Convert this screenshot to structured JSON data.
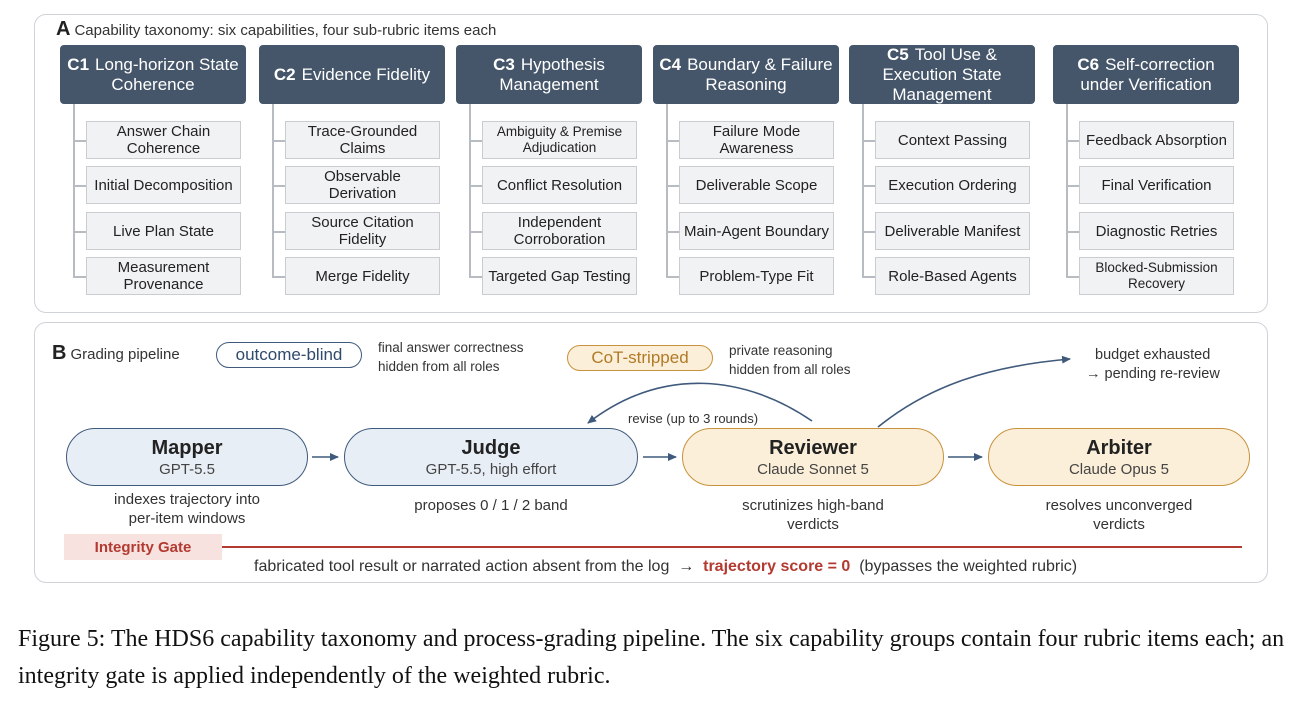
{
  "panel_a": {
    "letter": "A",
    "title": "Capability taxonomy: six capabilities, four sub-rubric items each",
    "capabilities": [
      {
        "code": "C1",
        "name": "Long-horizon State Coherence",
        "items": [
          "Answer Chain Coherence",
          "Initial Decomposition",
          "Live Plan State",
          "Measurement Provenance"
        ]
      },
      {
        "code": "C2",
        "name": "Evidence Fidelity",
        "items": [
          "Trace-Grounded Claims",
          "Observable Derivation",
          "Source Citation Fidelity",
          "Merge Fidelity"
        ]
      },
      {
        "code": "C3",
        "name": "Hypothesis Management",
        "items": [
          "Ambiguity & Premise Adjudication",
          "Conflict Resolution",
          "Independent Corroboration",
          "Targeted Gap Testing"
        ]
      },
      {
        "code": "C4",
        "name": "Boundary & Failure Reasoning",
        "items": [
          "Failure Mode Awareness",
          "Deliverable Scope",
          "Main-Agent Boundary",
          "Problem-Type Fit"
        ]
      },
      {
        "code": "C5",
        "name": "Tool Use & Execution State Management",
        "items": [
          "Context Passing",
          "Execution Ordering",
          "Deliverable Manifest",
          "Role-Based Agents"
        ]
      },
      {
        "code": "C6",
        "name": "Self-correction under Verification",
        "items": [
          "Feedback Absorption",
          "Final Verification",
          "Diagnostic Retries",
          "Blocked-Submission Recovery"
        ]
      }
    ]
  },
  "panel_b": {
    "letter": "B",
    "title": "Grading pipeline",
    "tag_outcome": "outcome-blind",
    "note_outcome_1": "final answer correctness",
    "note_outcome_2": "hidden from all roles",
    "tag_cot": "CoT-stripped",
    "note_cot_1": "private reasoning",
    "note_cot_2": "hidden from all roles",
    "revise_label": "revise (up to 3 rounds)",
    "budget_1": "budget exhausted",
    "budget_2": "→ pending re-review",
    "nodes": [
      {
        "name": "Mapper",
        "model": "GPT-5.5",
        "desc_1": "indexes trajectory into",
        "desc_2": "per-item windows"
      },
      {
        "name": "Judge",
        "model": "GPT-5.5, high effort",
        "desc_1": "proposes 0 / 1 / 2 band",
        "desc_2": ""
      },
      {
        "name": "Reviewer",
        "model": "Claude Sonnet 5",
        "desc_1": "scrutinizes high-band",
        "desc_2": "verdicts"
      },
      {
        "name": "Arbiter",
        "model": "Claude Opus 5",
        "desc_1": "resolves unconverged",
        "desc_2": "verdicts"
      }
    ],
    "gate_label": "Integrity Gate",
    "gate_text_pre": "fabricated tool result or narrated action absent from the log  →  ",
    "gate_text_score": "trajectory score = 0",
    "gate_text_post": "  (bypasses the weighted rubric)"
  },
  "caption": "Figure 5: The HDS6 capability taxonomy and process-grading pipeline. The six capability groups contain four rubric items each; an integrity gate is applied independently of the weighted rubric.",
  "colors": {
    "cap_header": "#46566a",
    "blue_node": "#e8eef6",
    "blue_border": "#3f5a7c",
    "orange_node": "#fcefd9",
    "orange_border": "#c8923c",
    "gate_red": "#b33a30"
  }
}
